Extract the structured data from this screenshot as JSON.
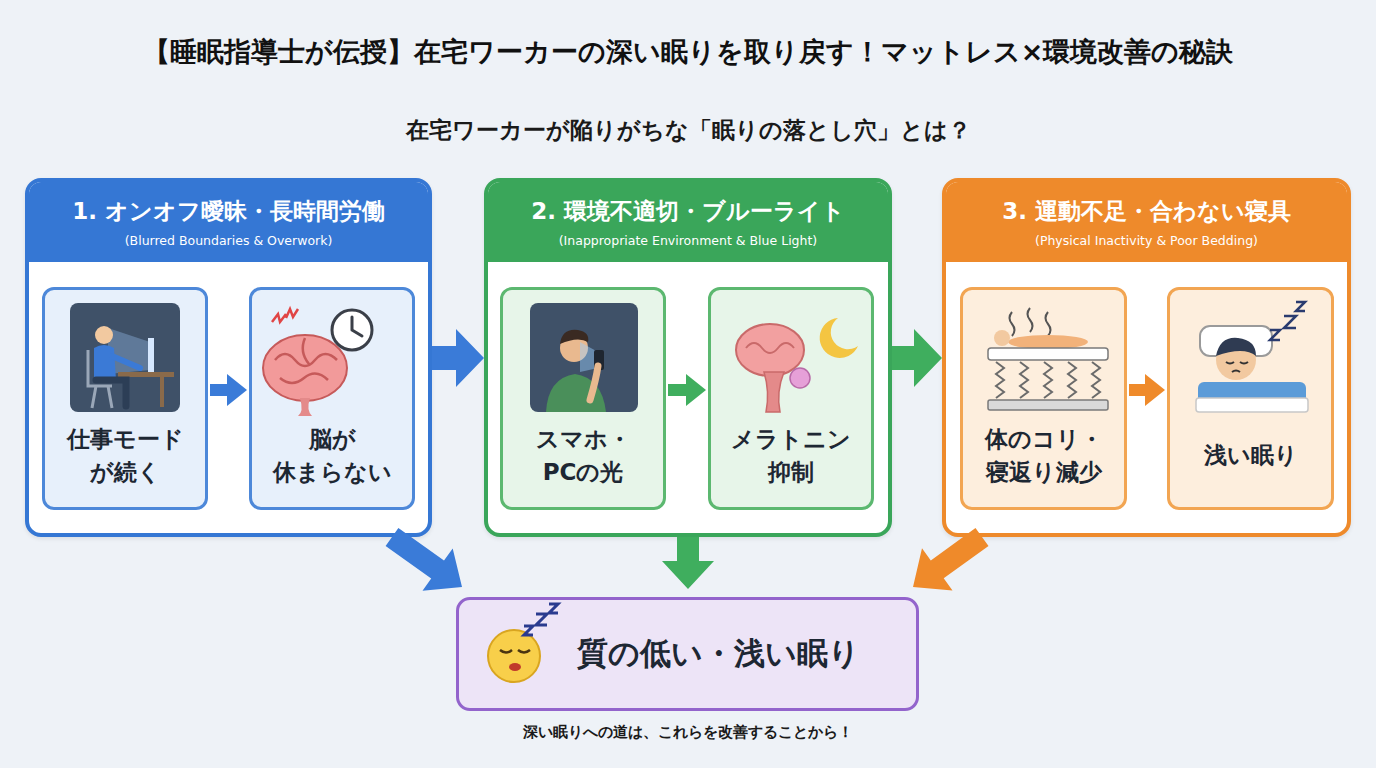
{
  "diagram": {
    "title": "【睡眠指導士が伝授】在宅ワーカーの深い眠りを取り戻す！マットレス×環境改善の秘訣",
    "caption": "深い眠りへの道は、これらを改善することから！",
    "nodes": [
      {
        "text": [
          "1. オンオフ曖昧・長時間労働",
          "(Blurred Boundaries & Overwork)"
        ]
      },
      {
        "text": [
          "仕事モード が続く"
        ],
        "in": 0
      },
      {
        "text": [
          "脳が 休まらない"
        ],
        "in": 0
      },
      {
        "text": [
          "2. 環境不適切・ブルーライト",
          "(Inappropriate Environment & Blue Light)"
        ]
      },
      {
        "text": [
          "スマホ・ PCの光"
        ],
        "in": 3
      },
      {
        "text": [
          "メラトニン 抑制"
        ],
        "in": 3
      },
      {
        "text": [
          "3. 運動不足・合わない寝具",
          "(Physical Inactivity & Poor Bedding)"
        ]
      },
      {
        "text": [
          "体のコリ・ 寝返り減少"
        ],
        "in": 6
      },
      {
        "text": [
          "浅い眠り"
        ],
        "in": 6
      },
      {
        "text": [
          "質の低い・浅い眠り"
        ]
      }
    ],
    "edges": [
      {
        "from": 1,
        "to": 2,
        "arrow": "to"
      },
      {
        "from": 4,
        "to": 5,
        "arrow": "to"
      },
      {
        "from": 7,
        "to": 8,
        "arrow": "to"
      },
      {
        "from": 0,
        "to": 3,
        "arrow": "to"
      },
      {
        "from": 3,
        "to": 6,
        "arrow": "to"
      },
      {
        "from": 0,
        "to": 9,
        "arrow": "to"
      },
      {
        "from": 3,
        "to": 9,
        "arrow": "to"
      },
      {
        "from": 6,
        "to": 9,
        "arrow": "to"
      }
    ],
    "labels": [
      "在宅ワーカーが陥りがちな「眠りの落とし穴」とは？"
    ]
  }
}
